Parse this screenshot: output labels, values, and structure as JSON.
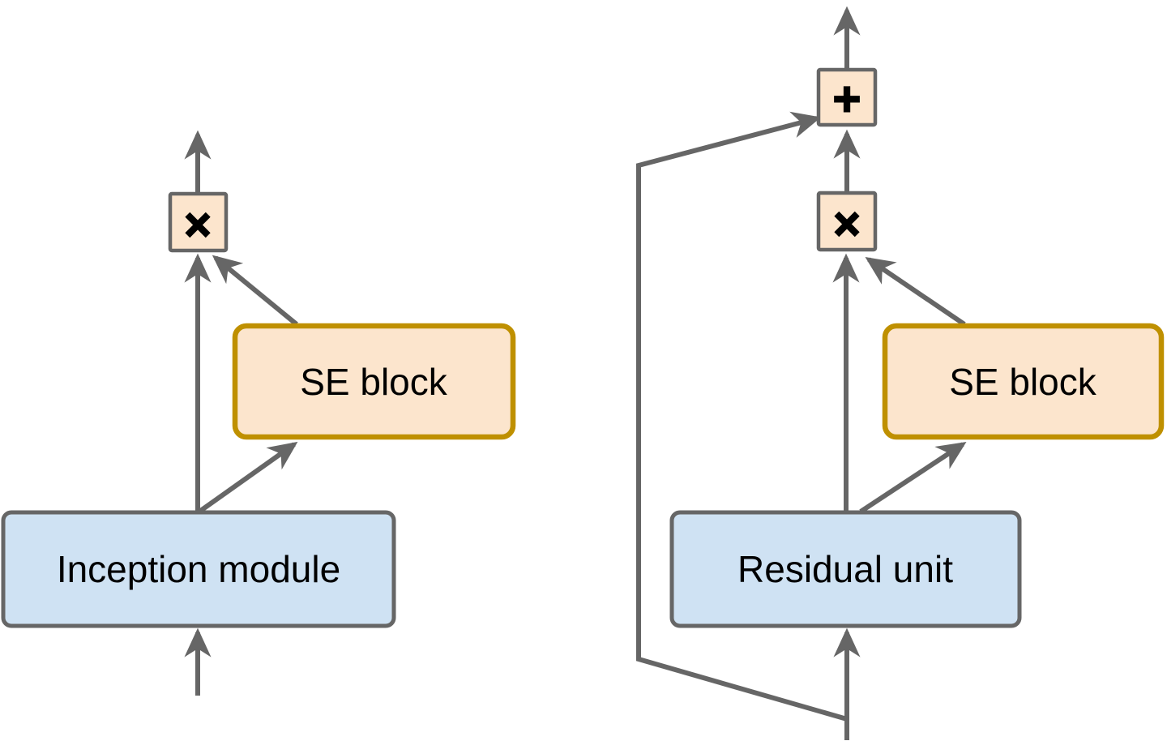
{
  "left_diagram": {
    "module_label": "Inception module",
    "se_block_label": "SE block",
    "scale_symbol": "×"
  },
  "right_diagram": {
    "module_label": "Residual unit",
    "se_block_label": "SE block",
    "scale_symbol": "×",
    "add_symbol": "+"
  },
  "colors": {
    "background": "#ffffff",
    "module_fill": "#cfe2f3",
    "module_border": "#666666",
    "se_fill": "#fce5cd",
    "se_border": "#bf9000",
    "operator_fill": "#fce5cd",
    "operator_border": "#666666",
    "connector": "#666666",
    "label_text": "#000000"
  }
}
